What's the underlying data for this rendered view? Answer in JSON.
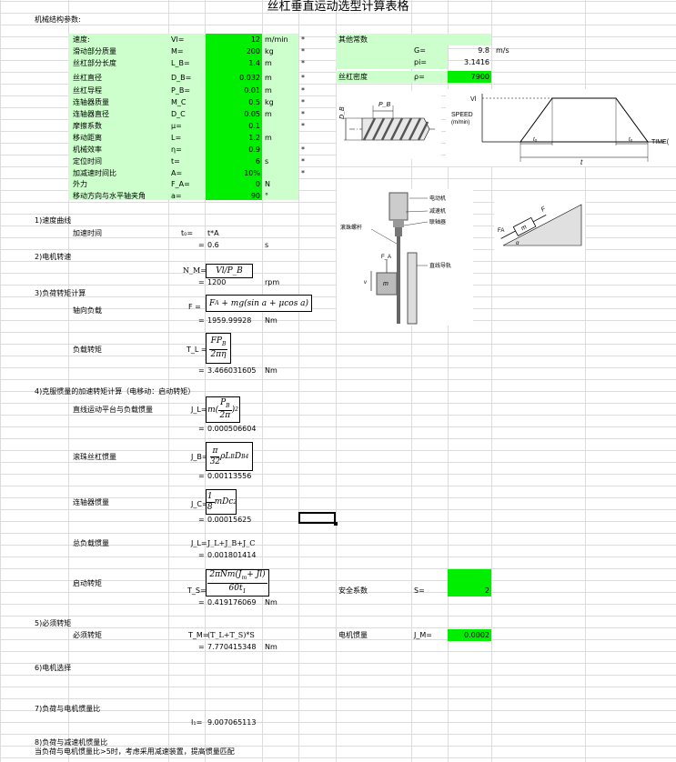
{
  "title": "丝杠垂直运动选型计算表格",
  "section_mech": "机械结构参数:",
  "params": [
    {
      "name": "速度:",
      "sym": "Vl=",
      "val": "12",
      "unit": "m/min",
      "star": "*"
    },
    {
      "name": "滑动部分质量",
      "sym": "M=",
      "val": "200",
      "unit": "kg",
      "star": "*"
    },
    {
      "name": "丝杠部分长度",
      "sym": "L_B=",
      "val": "1.4",
      "unit": "m",
      "star": "*"
    },
    {
      "name": "丝杠直径",
      "sym": "D_B=",
      "val": "0.032",
      "unit": "m",
      "star": "*"
    },
    {
      "name": "丝杠导程",
      "sym": "P_B=",
      "val": "0.01",
      "unit": "m",
      "star": "*"
    },
    {
      "name": "连轴器质量",
      "sym": "M_C",
      "val": "0.5",
      "unit": "kg",
      "star": "*"
    },
    {
      "name": "连轴器直径",
      "sym": "D_C",
      "val": "0.05",
      "unit": "m",
      "star": "*"
    },
    {
      "name": "摩擦系数",
      "sym": "μ=",
      "val": "0.1",
      "unit": "",
      "star": "*"
    },
    {
      "name": "移动距离",
      "sym": "L=",
      "val": "1.2",
      "unit": "m",
      "star": ""
    },
    {
      "name": "机械效率",
      "sym": "η=",
      "val": "0.9",
      "unit": "",
      "star": "*"
    },
    {
      "name": "定位时间",
      "sym": "t=",
      "val": "6",
      "unit": "s",
      "star": "*"
    },
    {
      "name": "加减速时间比",
      "sym": "A=",
      "val": "10%",
      "unit": "",
      "star": "*"
    },
    {
      "name": "外力",
      "sym": "F_A=",
      "val": "0",
      "unit": "N",
      "star": ""
    },
    {
      "name": "移动方向与水平轴夹角",
      "sym": "a=",
      "val": "90",
      "unit": "°",
      "star": ""
    }
  ],
  "other": {
    "label": "其他常数",
    "g_sym": "G=",
    "g_val": "9.8",
    "g_unit": "m/s",
    "pi_sym": "pi=",
    "pi_val": "3.1416",
    "rho_label": "丝杠密度",
    "rho_sym": "ρ=",
    "rho_val": "7900"
  },
  "s1": {
    "head": "1)速度曲线",
    "label": "加速时间",
    "sym": "t₀=",
    "formula": "t*A",
    "val": "0.6",
    "unit": "s"
  },
  "s2": {
    "head": "2)电机转速",
    "sym": "N_M=",
    "formula": "Vl/P_B",
    "val": "1200",
    "unit": "rpm"
  },
  "s3": {
    "head": "3)负荷转矩计算",
    "axial_label": "轴向负载",
    "axial_sym": "F =",
    "axial_val": "1959.99928",
    "axial_unit": "Nm",
    "torque_label": "负载转矩",
    "torque_sym": "T_L =",
    "torque_val": "3.466031605",
    "torque_unit": "Nm"
  },
  "s4": {
    "head": "4)克服惯量的加速转矩计算（电移动：启动转矩）",
    "jl_label": "直线运动平台与负载惯量",
    "jl_sym": "J_L=",
    "jl_val": "0.000506604",
    "jb_label": "滚珠丝杠惯量",
    "jb_sym": "J_B=",
    "jb_val": "0.00113556",
    "jc_label": "连轴器惯量",
    "jc_sym": "J_C=",
    "jc_val": "0.00015625",
    "jtot_label": "总负载惯量",
    "jtot_sym": "J_L=",
    "jtot_formula": "J_L+J_B+J_C",
    "jtot_val": "0.001801414",
    "ts_label": "启动转矩",
    "ts_sym": "T_S=",
    "ts_val": "0.419176069",
    "ts_unit": "Nm",
    "safety_label": "安全系数",
    "safety_sym": "S=",
    "safety_val": "2"
  },
  "s5": {
    "head": "5)必须转矩",
    "label": "必须转矩",
    "sym": "T_M=",
    "formula": "(T_L+T_S)*S",
    "val": "7.770415348",
    "unit": "Nm",
    "motor_inertia_label": "电机惯量",
    "motor_inertia_sym": "J_M=",
    "motor_inertia_val": "0.0002"
  },
  "s6": {
    "head": "6)电机选择"
  },
  "s7": {
    "head": "7)负荷与电机惯量比",
    "sym": "I₁=",
    "val": "9.007065113"
  },
  "s8": {
    "head": "8)负荷与减速机惯量比",
    "note": "当负荷与电机惯量比>5时，考虑采用减速装置，提高惯量匹配"
  },
  "eq": "=",
  "diagram1": {
    "db": "D_B",
    "pb": "P_B"
  },
  "diagram2": {
    "vl": "Vl",
    "speed": "SPEED",
    "unit": "(m/min)",
    "time": "TIME(",
    "t0a": "t₀",
    "t0b": "t₀",
    "t": "t"
  },
  "diagram3": {
    "motor": "电动机",
    "reducer": "减速机",
    "coupling": "联轴器",
    "screw": "滚珠螺杆",
    "guide": "直线导轨",
    "fa": "F_A",
    "m": "m",
    "v": "v"
  },
  "diagram4": {
    "m": "m",
    "f": "F",
    "fa": "FA",
    "alpha": "α"
  }
}
